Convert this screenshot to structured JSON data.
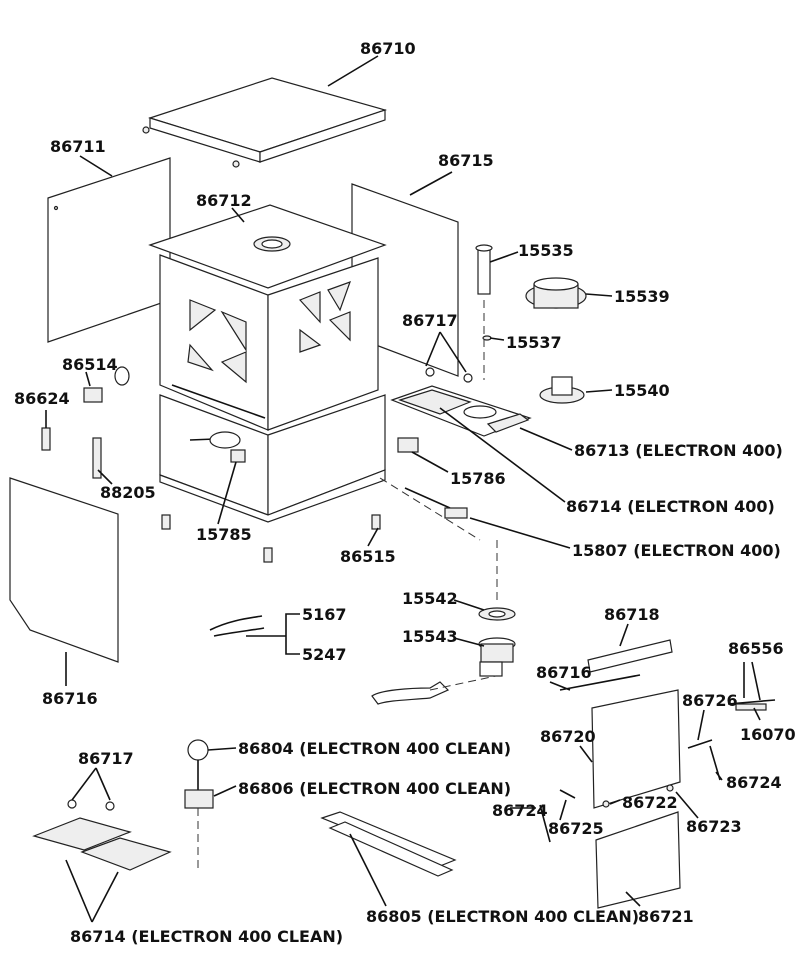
{
  "labels": {
    "l86710": "86710",
    "l86711": "86711",
    "l86715": "86715",
    "l86712": "86712",
    "l15535": "15535",
    "l15539": "15539",
    "l86717top": "86717",
    "l15537": "15537",
    "l86514": "86514",
    "l15540": "15540",
    "l86624": "86624",
    "l86713": "86713 (ELECTRON 400)",
    "l15786": "15786",
    "l88205": "88205",
    "l86714a": "86714 (ELECTRON 400)",
    "l15785": "15785",
    "l86515": "86515",
    "l15807": "15807 (ELECTRON 400)",
    "l15542": "15542",
    "l86718": "86718",
    "l5167": "5167",
    "l15543": "15543",
    "l5247": "5247",
    "l86556": "86556",
    "l86716a": "86716",
    "l86716b": "86716",
    "l86726": "86726",
    "l16070": "16070",
    "l86720": "86720",
    "l86717bot": "86717",
    "l86804": "86804 (ELECTRON 400 CLEAN)",
    "l86724a": "86724",
    "l86806": "86806 (ELECTRON 400 CLEAN)",
    "l86724b": "86724",
    "l86722": "86722",
    "l86725": "86725",
    "l86723": "86723",
    "l86805": "86805 (ELECTRON 400 CLEAN)",
    "l86714b": "86714 (ELECTRON 400 CLEAN)",
    "l86721": "86721"
  }
}
